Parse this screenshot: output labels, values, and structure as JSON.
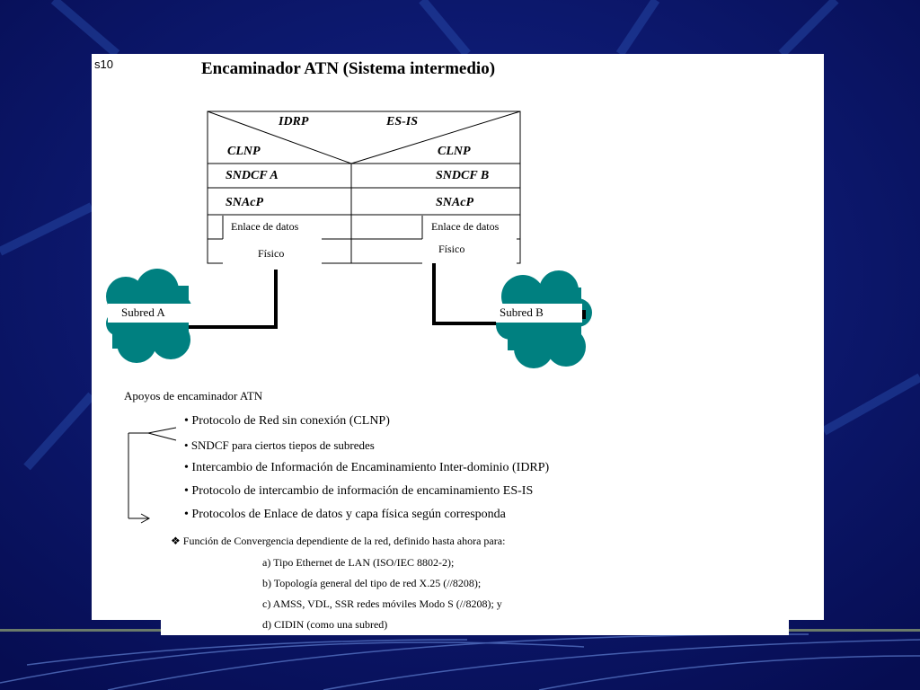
{
  "slide_number": "s10",
  "title": "Encaminador ATN (Sistema intermedio)",
  "stack": {
    "top_left": "IDRP",
    "top_right": "ES-IS",
    "left": {
      "network": "CLNP",
      "sndcf": "SNDCF A",
      "snacp": "SNAcP",
      "link": "Enlace de datos",
      "physical": "Físico"
    },
    "right": {
      "network": "CLNP",
      "sndcf": "SNDCF B",
      "snacp": "SNAcP",
      "link": "Enlace de datos",
      "physical": "Físico"
    }
  },
  "subnets": {
    "a": "Subred A",
    "b": "Subred B",
    "cloud_color": "#008080"
  },
  "supports_heading": "Apoyos de encaminador ATN",
  "supports": [
    "Protocolo de Red sin conexión (CLNP)",
    "SNDCF para ciertos tiepos de subredes",
    "Intercambio de Información de Encaminamiento Inter-dominio (IDRP)",
    "Protocolo de intercambio de información de encaminamiento ES-IS",
    "Protocolos de Enlace de datos y capa física según corresponda"
  ],
  "convergence": {
    "heading": "Función de Convergencia dependiente de la red, definido hasta ahora para:",
    "items": [
      "a) Tipo Ethernet de LAN (ISO/IEC 8802-2);",
      "b) Topología general del tipo de red X.25 (//8208);",
      "c) AMSS, VDL, SSR redes móviles Modo S (//8208); y",
      "d) CIDIN (como una subred)"
    ]
  },
  "colors": {
    "background": "#0a1a6e",
    "slide": "#ffffff"
  }
}
